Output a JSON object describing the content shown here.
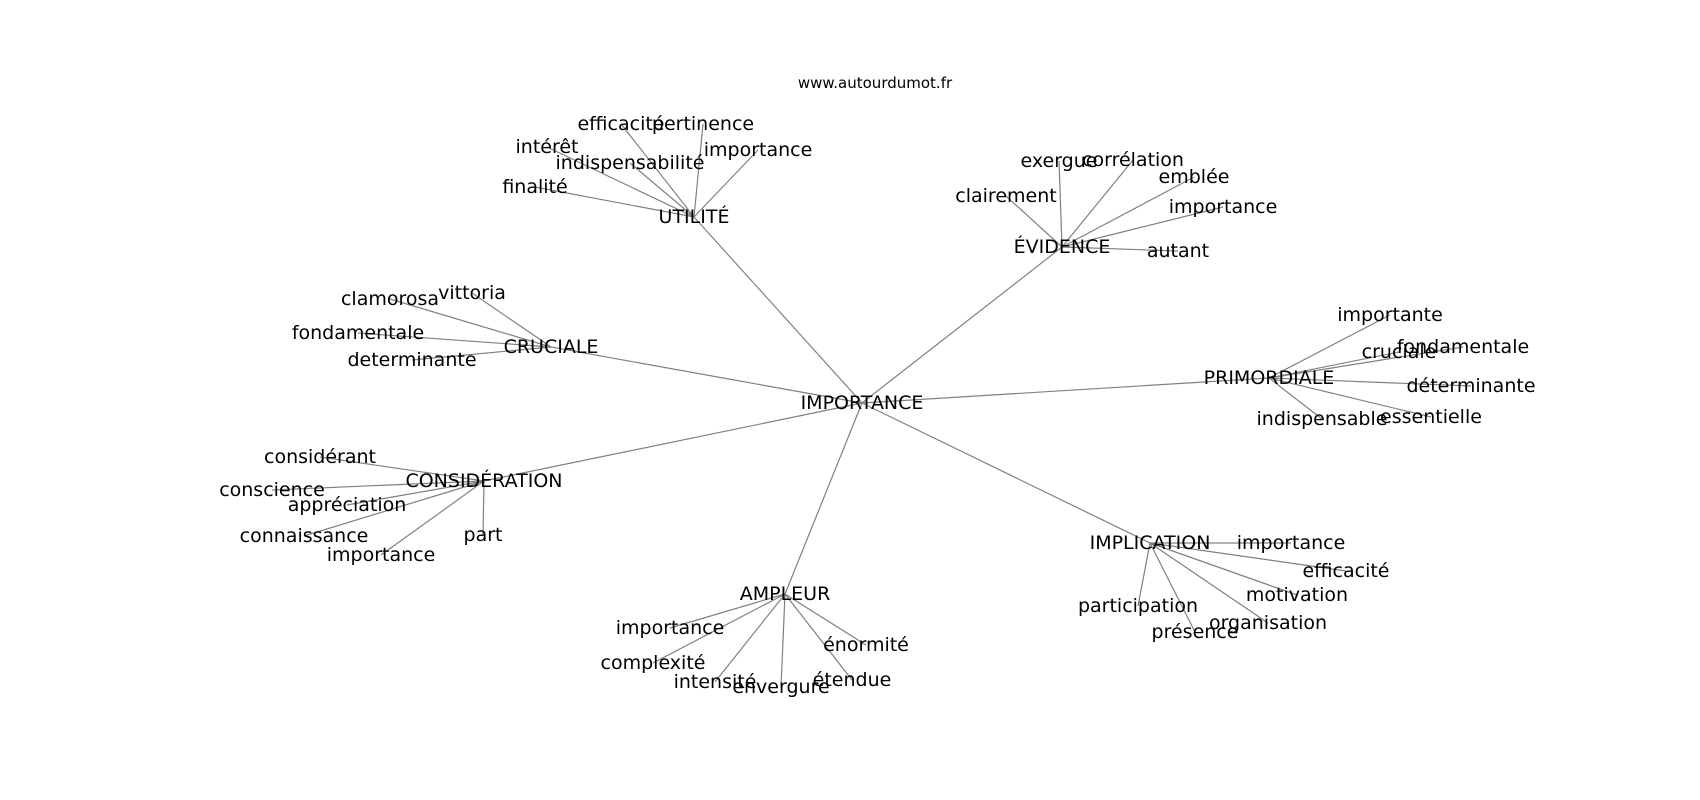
{
  "source_label": "www.autourdumot.fr",
  "graph": {
    "center": "IMPORTANCE",
    "clusters": [
      {
        "label": "UTILITÉ",
        "words": [
          "efficacité",
          "pertinence",
          "intérêt",
          "indispensabilité",
          "importance",
          "finalité"
        ]
      },
      {
        "label": "ÉVIDENCE",
        "words": [
          "exergue",
          "corrélation",
          "emblée",
          "clairement",
          "importance",
          "autant"
        ]
      },
      {
        "label": "CRUCIALE",
        "words": [
          "clamorosa",
          "vittoria",
          "fondamentale",
          "determinante"
        ]
      },
      {
        "label": "PRIMORDIALE",
        "words": [
          "importante",
          "cruciale",
          "fondamentale",
          "déterminante",
          "essentielle",
          "indispensable"
        ]
      },
      {
        "label": "CONSIDÉRATION",
        "words": [
          "considérant",
          "conscience",
          "appréciation",
          "connaissance",
          "importance",
          "part"
        ]
      },
      {
        "label": "IMPLICATION",
        "words": [
          "importance",
          "efficacité",
          "motivation",
          "participation",
          "organisation",
          "présence"
        ]
      },
      {
        "label": "AMPLEUR",
        "words": [
          "importance",
          "complexité",
          "intensité",
          "envergure",
          "étendue",
          "énormité"
        ]
      }
    ]
  }
}
